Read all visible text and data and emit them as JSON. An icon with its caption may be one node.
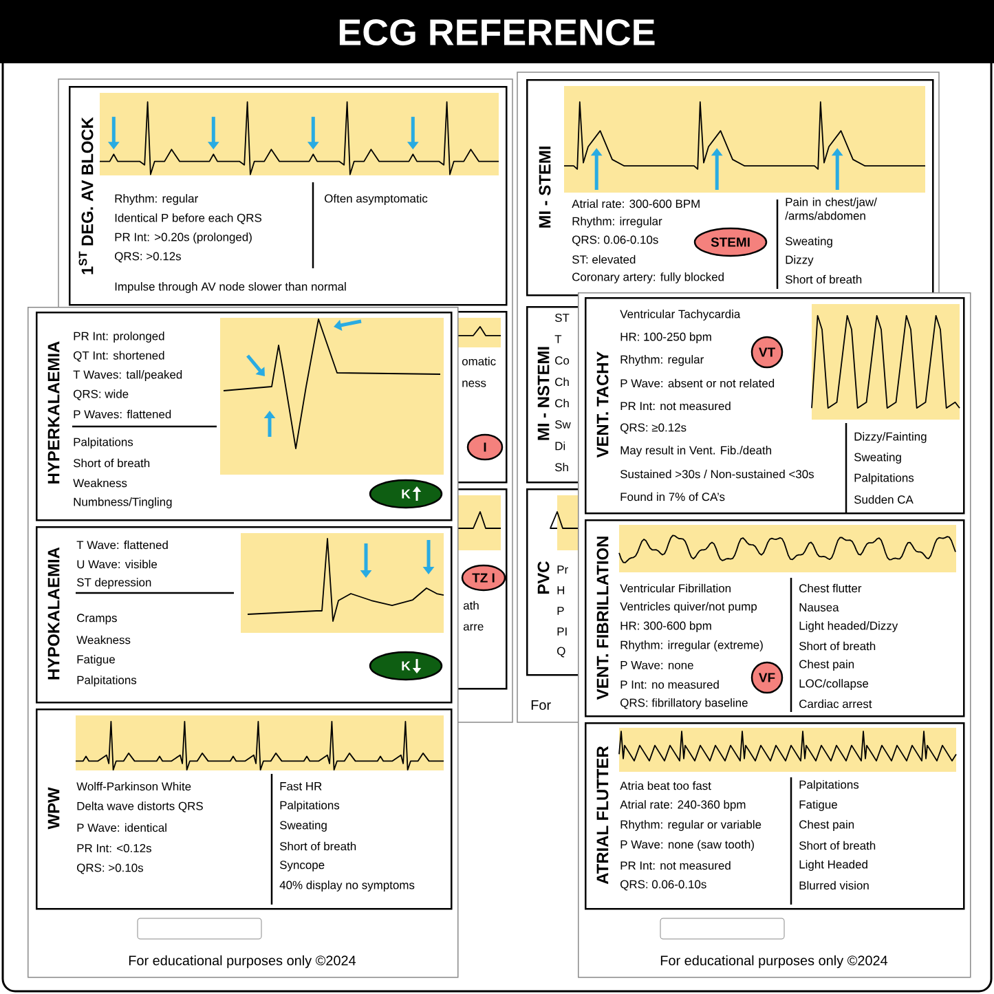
{
  "diagram": {
    "title": "ECG REFERENCE",
    "nodes": [
      {
        "text": [
          "1$^{ST}$ DEG. AV BLOCK",
          "Rhythm: regular",
          "Identical P before each QRS",
          "PR Int: >0.20s (prolonged)",
          "QRS: >0.12s",
          "Often asymptomatic",
          "Impulse through AV node slower than normal"
        ]
      },
      {
        "text": [
          "omatic",
          "ness"
        ]
      },
      {
        "text": [
          "I"
        ],
        "in": 1
      },
      {
        "text": [
          "ath",
          "arre"
        ]
      },
      {
        "text": [
          "TZ I"
        ],
        "in": 3
      },
      {
        "text": [
          "MI - STEMI",
          "Atrial rate: 300-600 BPM",
          "Rhythm: irregular",
          "QRS: 0.06-0.10s",
          "ST: elevated",
          "Coronary artery: fully blocked",
          "Pain in chest/jaw/ /arms/abdomen",
          "Sweating",
          "Dizzy",
          "Short of breath"
        ]
      },
      {
        "text": [
          "STEMI"
        ],
        "in": 5
      },
      {
        "text": [
          "MI - NSTEMI",
          "ST",
          "T",
          "Co",
          "Ch",
          "Ch",
          "Sw",
          "Di",
          "Sh"
        ]
      },
      {
        "text": [
          "PVC",
          "Pr",
          "H",
          "P",
          "PI",
          "Q"
        ]
      },
      {
        "text": [
          "For educational purposes only ©2024"
        ]
      },
      {
        "text": [
          "HYPERKALAEMIA",
          "PR Int: prolonged",
          "QT Int: shortened",
          "T Waves: tall/peaked",
          "QRS: wide",
          "P Waves: flattened",
          "Palpitations",
          "Short of breath",
          "Weakness",
          "Numbness/Tingling"
        ],
        "in": 9
      },
      {
        "text": [
          "K"
        ],
        "in": 10
      },
      {
        "text": [
          "HYPOKALAEMIA",
          "T Wave: flattened",
          "U Wave: visible",
          "ST depression",
          "Cramps",
          "Weakness",
          "Fatigue",
          "Palpitations"
        ],
        "in": 9
      },
      {
        "text": [
          "K"
        ],
        "in": 12
      },
      {
        "text": [
          "WPW",
          "Wolff-Parkinson White",
          "Delta wave distorts QRS",
          "P Wave: identical",
          "PR Int: <0.12s",
          "QRS: >0.10s",
          "Fast HR",
          "Palpitations",
          "Sweating",
          "Short of breath",
          "Syncope",
          "40% display no symptoms"
        ],
        "in": 9
      },
      {
        "text": [
          "For educational purposes only ©2024"
        ]
      },
      {
        "text": [
          "VENT. TACHY",
          "Ventricular Tachycardia",
          "HR: 100-250 bpm",
          "Rhythm: regular",
          "P Wave: absent or not related",
          "PR Int: not measured",
          "QRS: ≥0.12s",
          "May result in Vent. Fib./death",
          "Sustained >30s / Non-sustained <30s",
          "Found in 7% of CA’s",
          "Dizzy/Fainting",
          "Sweating",
          "Palpitations",
          "Sudden CA"
        ],
        "in": 15
      },
      {
        "text": [
          "VT"
        ],
        "in": 16
      },
      {
        "text": [
          "VENT. FIBRILLATION",
          "Ventricular Fibrillation",
          "Ventricles quiver/not pump",
          "HR: 300-600 bpm",
          "Rhythm: irregular (extreme)",
          "P Wave: none",
          "P Int: no measured",
          "QRS: fibrillatory baseline",
          "Chest flutter",
          "Nausea",
          "Light headed/Dizzy",
          "Short of breath",
          "Chest pain",
          "LOC/collapse",
          "Cardiac arrest"
        ],
        "in": 15
      },
      {
        "text": [
          "VF"
        ],
        "in": 18
      },
      {
        "text": [
          "ATRIAL FLUTTER",
          "Atria beat too fast",
          "Atrial rate: 240-360 bpm",
          "Rhythm: regular or variable",
          "P Wave: none (saw tooth)",
          "PR Int: not measured",
          "QRS: 0.06-0.10s",
          "Palpitations",
          "Fatigue",
          "Chest pain",
          "Short of breath",
          "Light Headed",
          "Blurred vision"
        ],
        "in": 15
      }
    ],
    "labels": [
      "For"
    ]
  }
}
